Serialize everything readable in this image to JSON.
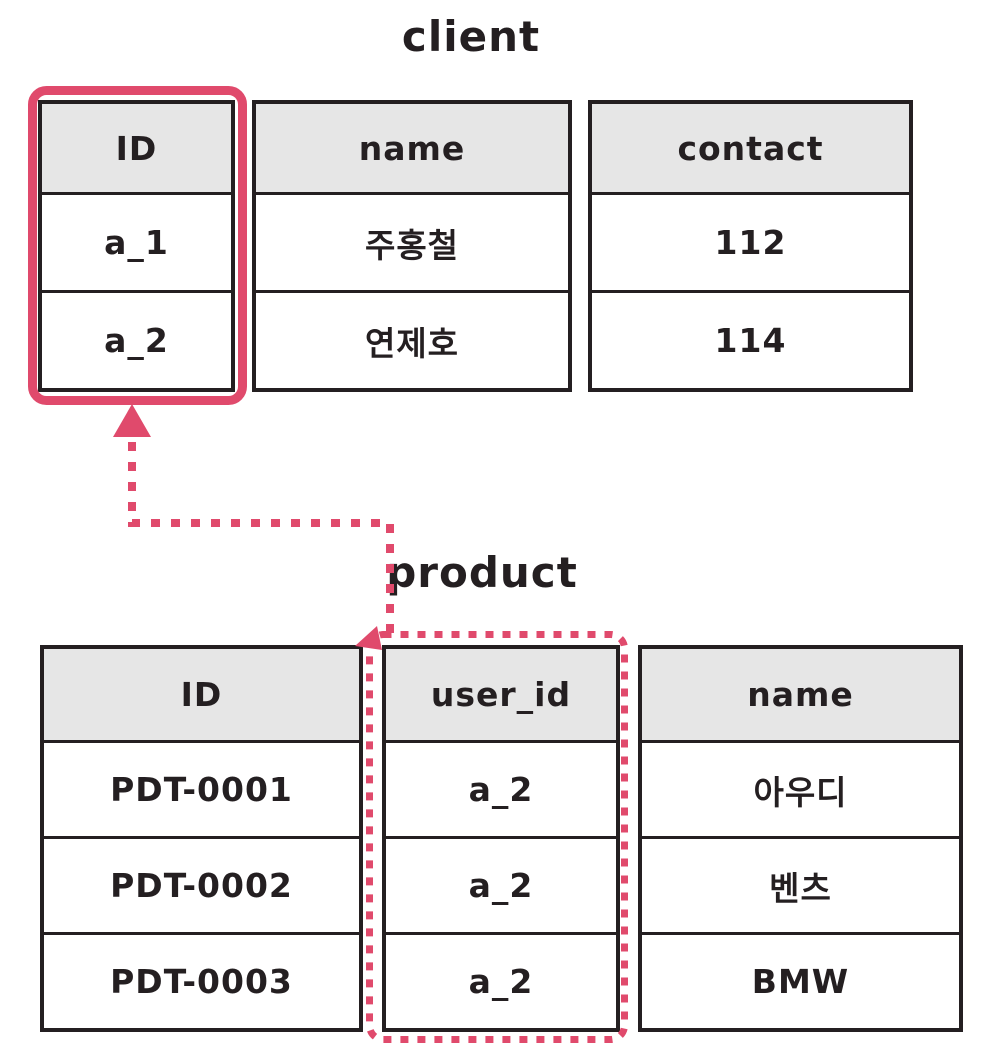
{
  "colors": {
    "accent": "#e04a6c",
    "table_border": "#241f21",
    "header_bg": "#e6e6e6",
    "text": "#241f21",
    "background": "#ffffff"
  },
  "client_table": {
    "title": "client",
    "columns": [
      {
        "header": "ID",
        "values": [
          "a_1",
          "a_2"
        ]
      },
      {
        "header": "name",
        "values": [
          "주홍철",
          "연제호"
        ]
      },
      {
        "header": "contact",
        "values": [
          "112",
          "114"
        ]
      }
    ]
  },
  "product_table": {
    "title": "product",
    "columns": [
      {
        "header": "ID",
        "values": [
          "PDT-0001",
          "PDT-0002",
          "PDT-0003"
        ]
      },
      {
        "header": "user_id",
        "values": [
          "a_2",
          "a_2",
          "a_2"
        ]
      },
      {
        "header": "name",
        "values": [
          "아우디",
          "벤츠",
          "BMW"
        ]
      }
    ]
  },
  "relationship": {
    "from": "product.user_id",
    "to": "client.ID",
    "style": "dashed-arrow"
  }
}
